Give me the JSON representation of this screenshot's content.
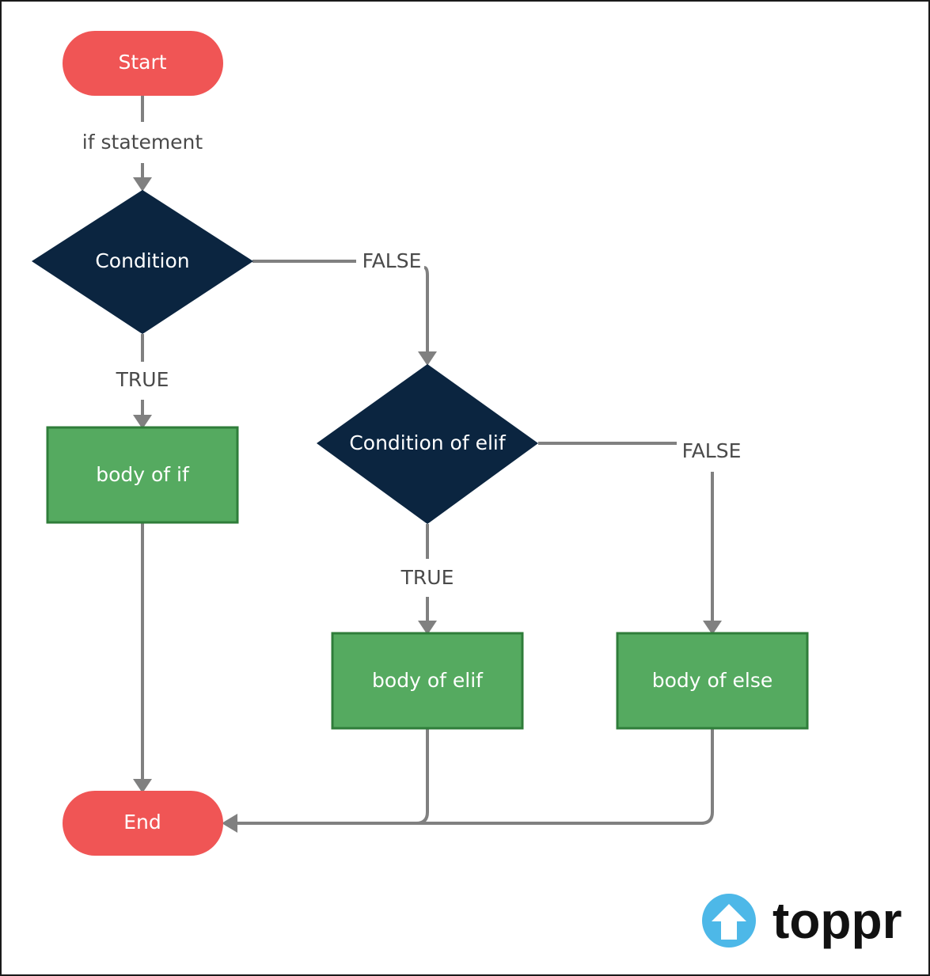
{
  "diagram": {
    "nodes": {
      "start": "Start",
      "condition": "Condition",
      "body_if": "body of if",
      "condition_elif": "Condition of elif",
      "body_elif": "body of elif",
      "body_else": "body of else",
      "end": "End"
    },
    "edges": {
      "start_to_condition": "if statement",
      "condition_true": "TRUE",
      "condition_false": "FALSE",
      "elif_true": "TRUE",
      "elif_false": "FALSE"
    }
  },
  "brand": {
    "name": "toppr",
    "icon": "up-arrow-circle-icon"
  },
  "colors": {
    "terminal": "#f05555",
    "decision": "#0b2540",
    "process": "#55aa60",
    "process_border": "#2f7d3a",
    "connector": "#808080",
    "brand_icon": "#4db8e8"
  }
}
